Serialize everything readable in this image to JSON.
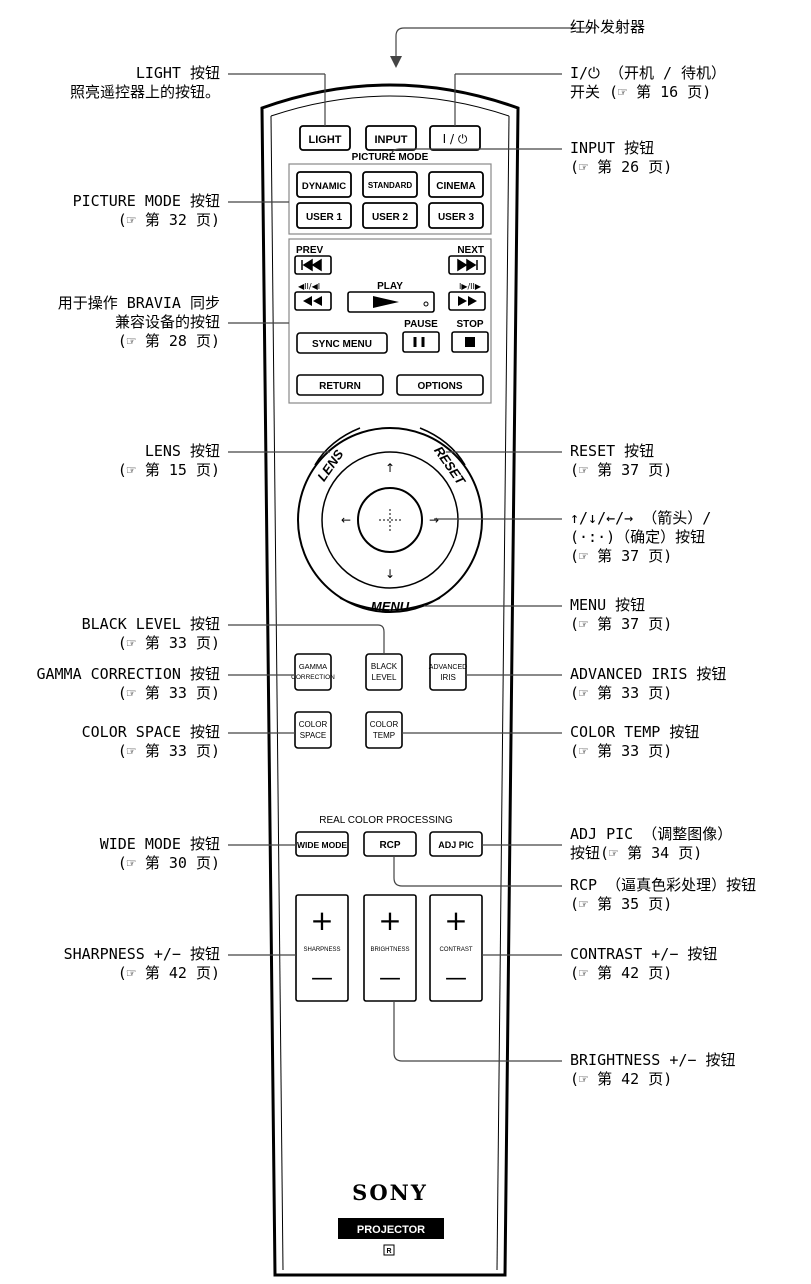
{
  "remote_buttons": {
    "light": "LIGHT",
    "input": "INPUT",
    "power": "I / ⏻",
    "picture_mode_title": "PICTURE MODE",
    "dynamic": "DYNAMIC",
    "standard": "STANDARD",
    "cinema": "CINEMA",
    "user1": "USER 1",
    "user2": "USER 2",
    "user3": "USER 3",
    "prev": "PREV",
    "next": "NEXT",
    "rew_label": "◀II/◀I",
    "play": "PLAY",
    "ff_label": "I▶/II▶",
    "sync_menu": "SYNC MENU",
    "pause": "PAUSE",
    "stop": "STOP",
    "return": "RETURN",
    "options": "OPTIONS",
    "lens": "LENS",
    "reset": "RESET",
    "menu": "MENU",
    "gamma_1": "GAMMA",
    "gamma_2": "CORRECTION",
    "black_1": "BLACK",
    "black_2": "LEVEL",
    "adv_1": "ADVANCED",
    "adv_2": "IRIS",
    "cspace_1": "COLOR",
    "cspace_2": "SPACE",
    "ctemp_1": "COLOR",
    "ctemp_2": "TEMP",
    "real_color_title": "REAL COLOR PROCESSING",
    "wide_mode": "WIDE MODE",
    "rcp": "RCP",
    "adj_pic": "ADJ PIC",
    "sharpness": "SHARPNESS",
    "brightness": "BRIGHTNESS",
    "contrast": "CONTRAST",
    "plus": "+",
    "minus": "—",
    "brand": "SONY",
    "projector": "PROJECTOR",
    "r_mark": "R"
  },
  "callouts": {
    "ir_emitter": [
      "红外发射器"
    ],
    "power": [
      "I/⏻ （开机 / 待机）",
      "开关 (☞ 第 16 页)"
    ],
    "light": [
      "LIGHT 按钮",
      "照亮遥控器上的按钮。"
    ],
    "input": [
      "INPUT 按钮",
      "(☞ 第 26 页)"
    ],
    "picture_mode": [
      "PICTURE MODE 按钮",
      "(☞ 第 32 页)"
    ],
    "bravia_sync": [
      "用于操作 BRAVIA 同步",
      "兼容设备的按钮",
      "(☞ 第 28 页)"
    ],
    "lens": [
      "LENS 按钮",
      "(☞ 第 15 页)"
    ],
    "reset": [
      "RESET 按钮",
      "(☞ 第 37 页)"
    ],
    "arrows": [
      "↑/↓/←/→ （箭头）/",
      "(·:·)（确定）按钮",
      "(☞ 第 37 页)"
    ],
    "menu": [
      "MENU 按钮",
      "(☞ 第 37 页)"
    ],
    "black_level": [
      "BLACK LEVEL 按钮",
      "(☞ 第 33 页)"
    ],
    "gamma": [
      "GAMMA CORRECTION 按钮",
      "(☞ 第 33 页)"
    ],
    "advanced_iris": [
      "ADVANCED IRIS 按钮",
      "(☞ 第 33 页)"
    ],
    "color_space": [
      "COLOR SPACE 按钮",
      "(☞ 第 33 页)"
    ],
    "color_temp": [
      "COLOR TEMP 按钮",
      "(☞ 第 33 页)"
    ],
    "wide_mode": [
      "WIDE MODE 按钮",
      "(☞ 第 30 页)"
    ],
    "adj_pic": [
      "ADJ PIC （调整图像）",
      "按钮(☞ 第 34 页)"
    ],
    "rcp": [
      "RCP （逼真色彩处理）按钮",
      "(☞ 第 35 页)"
    ],
    "sharpness": [
      "SHARPNESS +/− 按钮",
      "(☞ 第 42 页)"
    ],
    "contrast": [
      "CONTRAST +/− 按钮",
      "(☞ 第 42 页)"
    ],
    "brightness": [
      "BRIGHTNESS +/− 按钮",
      "(☞ 第 42 页)"
    ]
  }
}
